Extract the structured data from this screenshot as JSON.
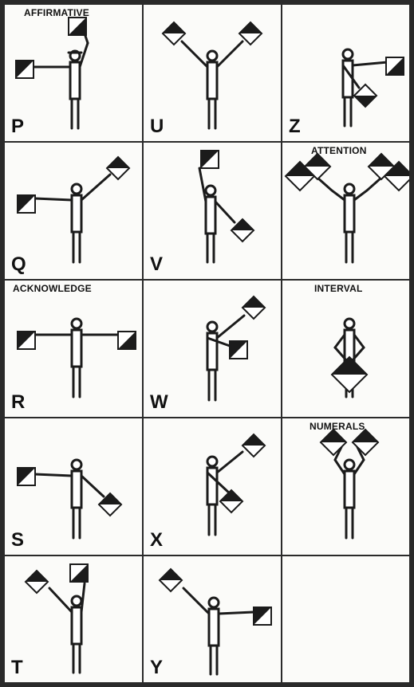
{
  "signals": [
    {
      "letter": "P",
      "caption": "AFFIRMATIVE"
    },
    {
      "letter": "U",
      "caption": ""
    },
    {
      "letter": "Z",
      "caption": ""
    },
    {
      "letter": "Q",
      "caption": ""
    },
    {
      "letter": "V",
      "caption": ""
    },
    {
      "letter": "",
      "caption": "ATTENTION"
    },
    {
      "letter": "R",
      "caption": "ACKNOWLEDGE"
    },
    {
      "letter": "W",
      "caption": ""
    },
    {
      "letter": "",
      "caption": "INTERVAL"
    },
    {
      "letter": "S",
      "caption": ""
    },
    {
      "letter": "X",
      "caption": ""
    },
    {
      "letter": "",
      "caption": "NUMERALS"
    },
    {
      "letter": "T",
      "caption": ""
    },
    {
      "letter": "Y",
      "caption": ""
    },
    {
      "letter": "",
      "caption": ""
    }
  ]
}
